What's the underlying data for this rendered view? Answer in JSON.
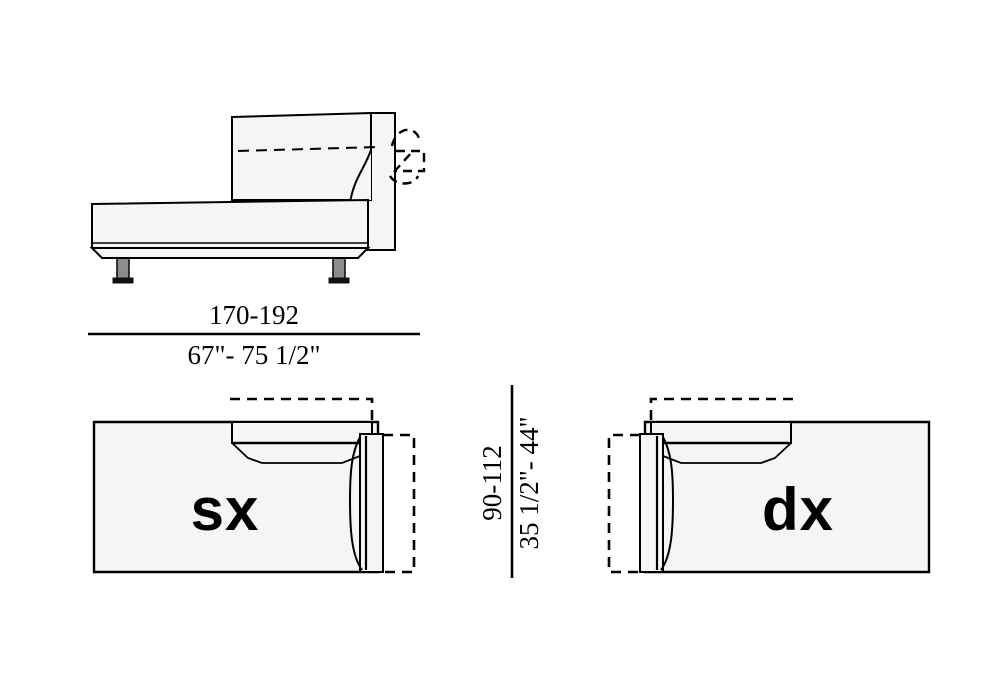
{
  "drawing": {
    "type": "furniture-technical-drawing",
    "subject": "chaise-longue-sectional-sofa-element",
    "background_color": "#ffffff",
    "line_color": "#000000",
    "fill_color": "#f5f5f5",
    "leg_color": "#8c8c8c",
    "leg_foot_color": "#111111"
  },
  "views": {
    "side_elevation": {
      "name": "side-elevation-view",
      "description": "Side view of chaise element with backrest, seat and legs"
    },
    "plan_left": {
      "name": "plan-view-left",
      "label": "sx"
    },
    "plan_right": {
      "name": "plan-view-right",
      "label": "dx"
    }
  },
  "dimensions": {
    "width": {
      "metric": "170-192",
      "imperial": "67\"- 75 1/2\"",
      "orientation": "horizontal"
    },
    "depth": {
      "metric": "90-112",
      "imperial": "35 1/2\"- 44\"",
      "orientation": "vertical"
    }
  }
}
